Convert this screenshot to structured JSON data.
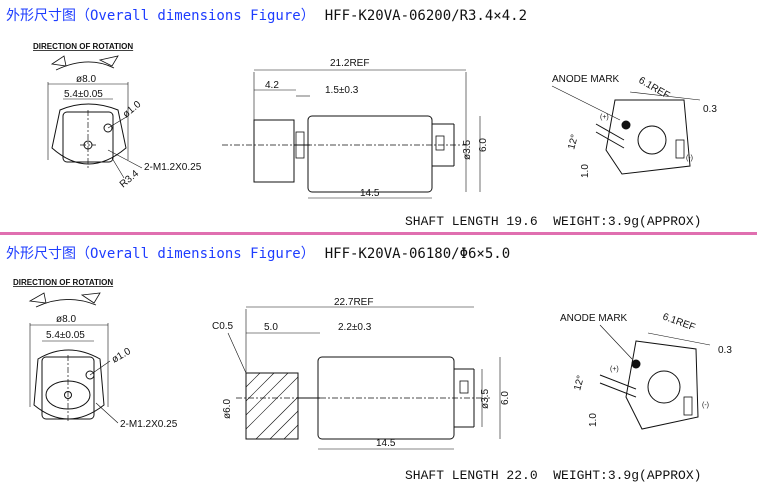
{
  "panels": [
    {
      "title_cn": "外形尺寸图（Overall dimensions Figure）",
      "model": "HFF-K20VA-06200/R3.4×4.2",
      "direction_label": "DIRECTION OF ROTATION",
      "front": {
        "dia_outer": "ø8.0",
        "width": "5.4±0.05",
        "hole": "ø1.0",
        "screw": "2-M1.2X0.25",
        "radius": "R3.4"
      },
      "side": {
        "length_ref": "21.2REF",
        "weight_len": "4.2",
        "gap": "1.5±0.3",
        "body_len": "14.5",
        "dia_small": "ø3.5",
        "dia_body": "6.0"
      },
      "rear": {
        "anode_label": "ANODE MARK",
        "ref": "6.1REF",
        "d1": "0.3",
        "angle": "12°",
        "d2": "1.0",
        "plus": "(+)",
        "minus": "(-)"
      },
      "footer": "SHAFT LENGTH 19.6  WEIGHT:3.9g(APPROX)"
    },
    {
      "title_cn": "外形尺寸图（Overall dimensions Figure）",
      "model": "HFF-K20VA-06180/Φ6×5.0",
      "direction_label": "DIRECTION OF ROTATION",
      "front": {
        "dia_outer": "ø8.0",
        "width": "5.4±0.05",
        "hole": "ø1.0",
        "screw": "2-M1.2X0.25"
      },
      "side": {
        "length_ref": "22.7REF",
        "chamfer": "C0.5",
        "weight_len": "5.0",
        "gap": "2.2±0.3",
        "body_len": "14.5",
        "dia_weight": "ø6.0",
        "dia_small": "ø3.5",
        "dia_body": "6.0"
      },
      "rear": {
        "anode_label": "ANODE MARK",
        "ref": "6.1REF",
        "d1": "0.3",
        "angle": "12°",
        "d2": "1.0",
        "plus": "(+)",
        "minus": "(-)"
      },
      "footer": "SHAFT LENGTH 22.0  WEIGHT:3.9g(APPROX)"
    }
  ]
}
